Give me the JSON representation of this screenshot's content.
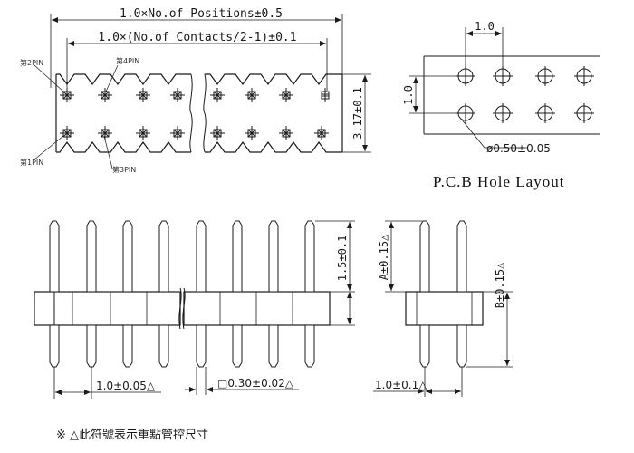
{
  "top_view": {
    "dim_positions": "1.0×No.of Positions±0.5",
    "dim_contacts": "1.0×(No.of Contacts/2-1)±0.1",
    "dim_height": "3.17±0.1",
    "pin2": "第2PIN",
    "pin4": "第4PIN",
    "pin1": "第1PIN",
    "pin3": "第3PIN"
  },
  "pcb": {
    "pitch_x": "1.0",
    "pitch_y": "1.0",
    "hole": "ø0.50±0.05",
    "title": "P.C.B Hole Layout"
  },
  "front_view": {
    "dim_pin_top": "1.5±0.1",
    "dim_pitch": "1.0±0.05△",
    "dim_square": "□0.30±0.02△"
  },
  "side_view": {
    "dim_a": "A±0.15△",
    "dim_b": "B±0.15△",
    "dim_pitch": "1.0±0.1△"
  },
  "note": "※ △此符號表示重點管控尺寸"
}
